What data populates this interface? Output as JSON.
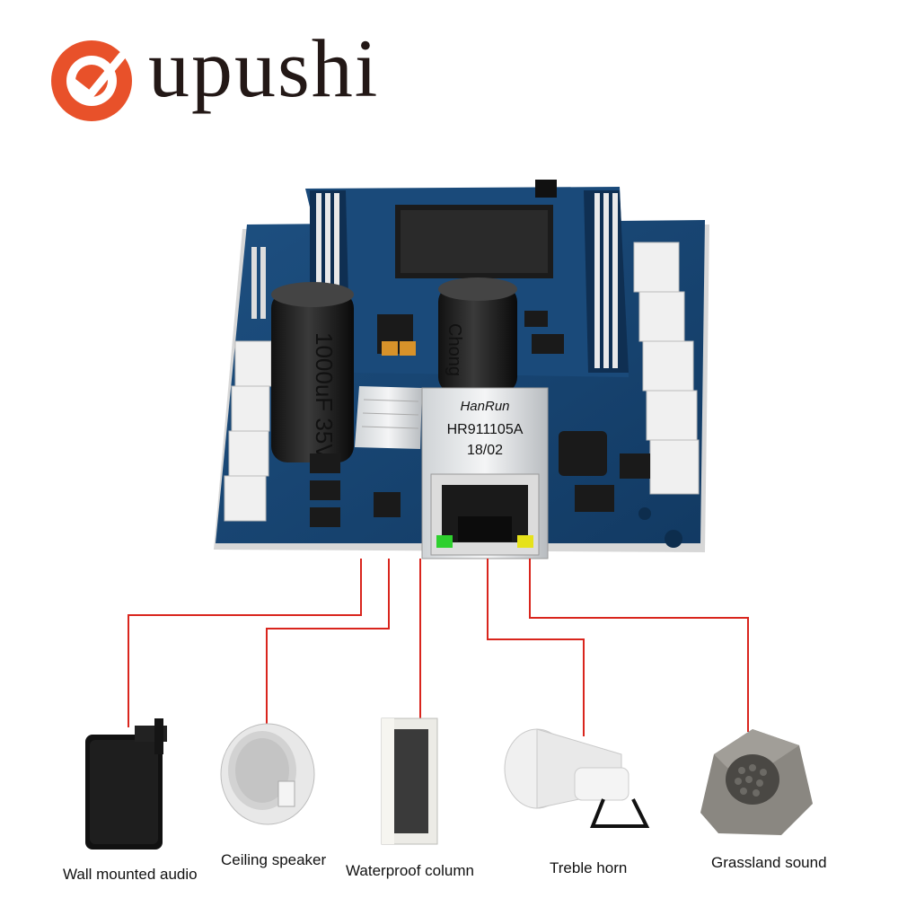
{
  "brand": {
    "name": "upushi",
    "logo_color": "#e8512a"
  },
  "board": {
    "jack_brand": "HanRun",
    "jack_model": "HR911105A",
    "jack_date": "18/02",
    "capacitor_left_marking": "1000uF 35V",
    "capacitor_right_marking": "Chong"
  },
  "connector_color": "#d9251d",
  "products": [
    {
      "label": "Wall mounted audio",
      "icon": "wall-speaker"
    },
    {
      "label": "Ceiling speaker",
      "icon": "ceiling-speaker"
    },
    {
      "label": "Waterproof column",
      "icon": "column-speaker"
    },
    {
      "label": "Treble horn",
      "icon": "horn-speaker"
    },
    {
      "label": "Grassland sound",
      "icon": "rock-speaker"
    }
  ]
}
